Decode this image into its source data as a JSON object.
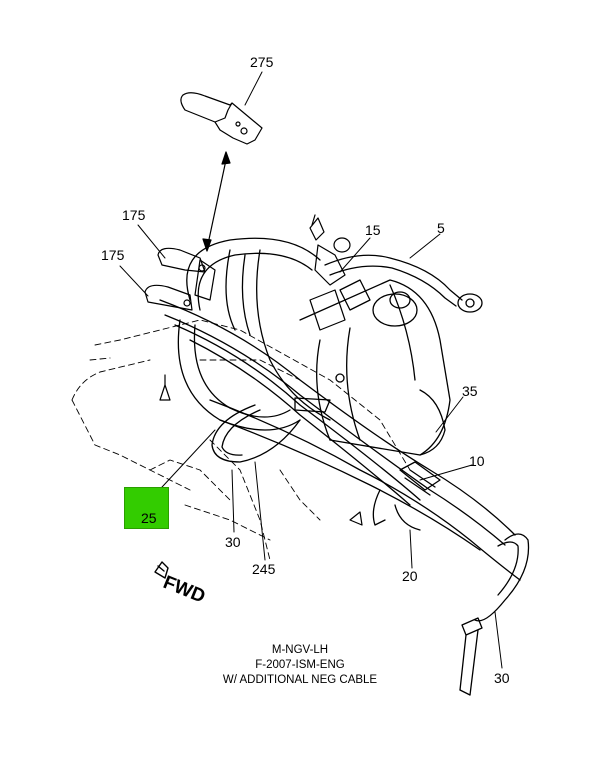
{
  "callouts": {
    "c275": "275",
    "c175_top": "175",
    "c175_bottom": "175",
    "c15": "15",
    "c5": "5",
    "c35": "35",
    "c10": "10",
    "c25": "25",
    "c30_left": "30",
    "c245": "245",
    "c20": "20",
    "c30_right": "30"
  },
  "orientation": {
    "label": "FWD",
    "icon": "forward-direction-arrow-icon"
  },
  "caption": {
    "line1": "M-NGV-LH",
    "line2": "F-2007-ISM-ENG",
    "line3": "W/ ADDITIONAL NEG CABLE"
  },
  "colors": {
    "highlight": "#33cc00",
    "line": "#000000"
  }
}
